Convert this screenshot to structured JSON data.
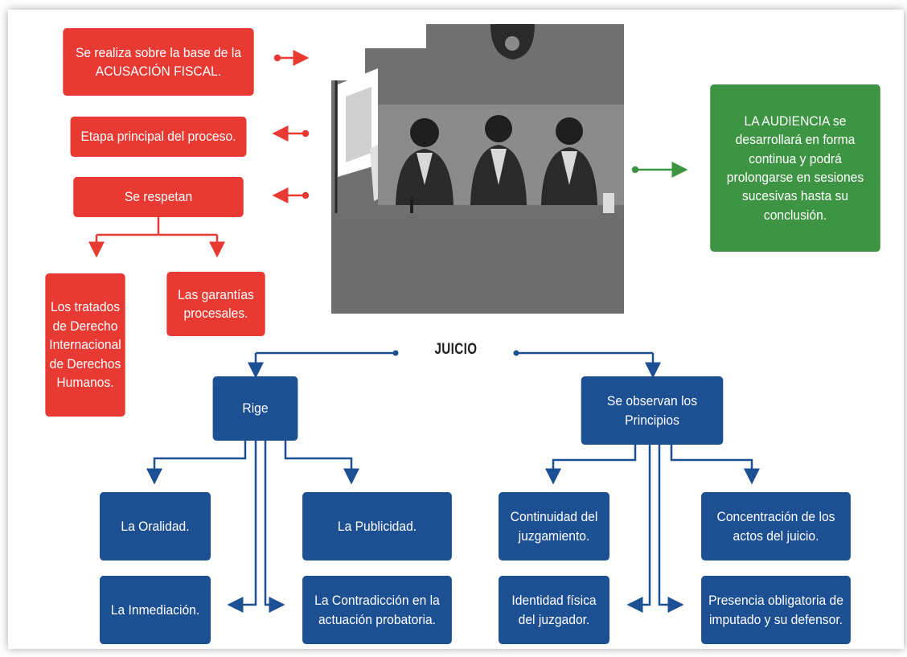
{
  "title": "JUICIO",
  "red_boxes": {
    "acusacion": "Se realiza sobre la base de la ACUSACIÓN FISCAL.",
    "etapa": "Etapa principal del proceso.",
    "respetan": "Se respetan",
    "tratados": "Los tratados de Derecho Internacional de Derechos Humanos.",
    "garantias": "Las garantías procesales."
  },
  "green_box": "LA AUDIENCIA se desarrollará en forma continua y podrá prolongarse en sesiones sucesivas hasta su conclusión.",
  "rige": {
    "label": "Rige",
    "items": [
      "La Oralidad.",
      "La Publicidad.",
      "La Inmediación.",
      "La Contradicción en la actuación probatoria."
    ]
  },
  "principios": {
    "label": "Se observan los Principios",
    "items": [
      "Continuidad del juzgamiento.",
      "Concentración de los actos del juicio.",
      "Identidad física del juzgador.",
      "Presencia obligatoria de imputado y su defensor."
    ]
  },
  "colors": {
    "red": "#e83a33",
    "blue": "#1d4f93",
    "green": "#3d9443",
    "photo_gray": "#6e6e6e"
  }
}
